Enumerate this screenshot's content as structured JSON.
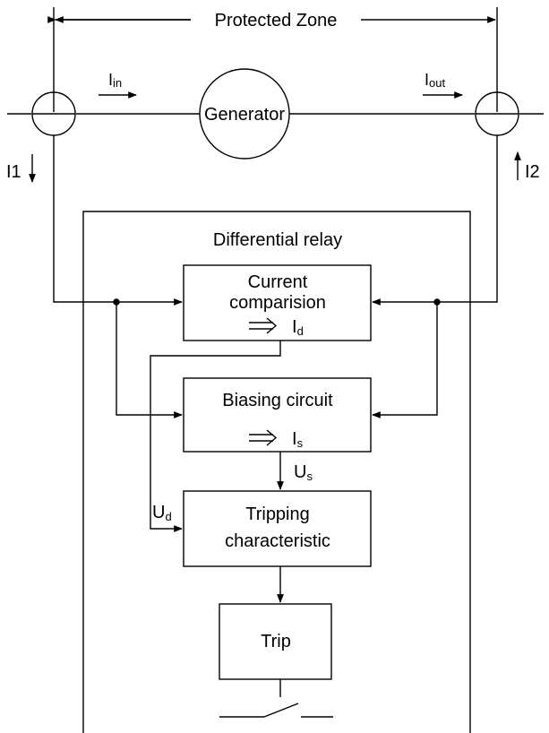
{
  "diagram": {
    "protected_zone_label": "Protected Zone",
    "i_in": {
      "main": "I",
      "sub": "in"
    },
    "i_out": {
      "main": "I",
      "sub": "out"
    },
    "generator_label": "Generator",
    "i1_label": "I1",
    "i2_label": "I2",
    "relay_title": "Differential relay",
    "current_comparison": {
      "line1": "Current",
      "line2": "comparision",
      "output": {
        "main": "I",
        "sub": "d"
      }
    },
    "biasing_circuit": {
      "label": "Biasing circuit",
      "output": {
        "main": "I",
        "sub": "s"
      }
    },
    "us_signal": {
      "main": "U",
      "sub": "s"
    },
    "ud_signal": {
      "main": "U",
      "sub": "d"
    },
    "tripping": {
      "line1": "Tripping",
      "line2": "characteristic"
    },
    "trip_label": "Trip",
    "colors": {
      "line": "#000000",
      "background": "#ffffff"
    }
  }
}
